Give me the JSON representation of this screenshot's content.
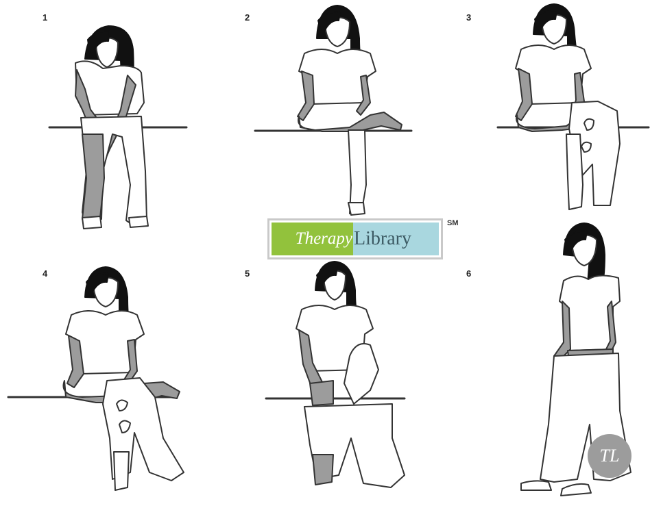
{
  "steps": [
    {
      "number": "1"
    },
    {
      "number": "2"
    },
    {
      "number": "3"
    },
    {
      "number": "4"
    },
    {
      "number": "5"
    },
    {
      "number": "6"
    }
  ],
  "logo": {
    "part1": "Therapy",
    "part2": "Library",
    "mark": "SM"
  },
  "badge": {
    "text": "TL"
  },
  "colors": {
    "skin": "#9c9c9c",
    "outline": "#333333",
    "hair": "#111111",
    "logo_green": "#92c23c",
    "logo_blue": "#a9d7df"
  },
  "icons": [
    "dressing-figure-illustration",
    "therapy-library-logo",
    "tl-badge-icon"
  ]
}
